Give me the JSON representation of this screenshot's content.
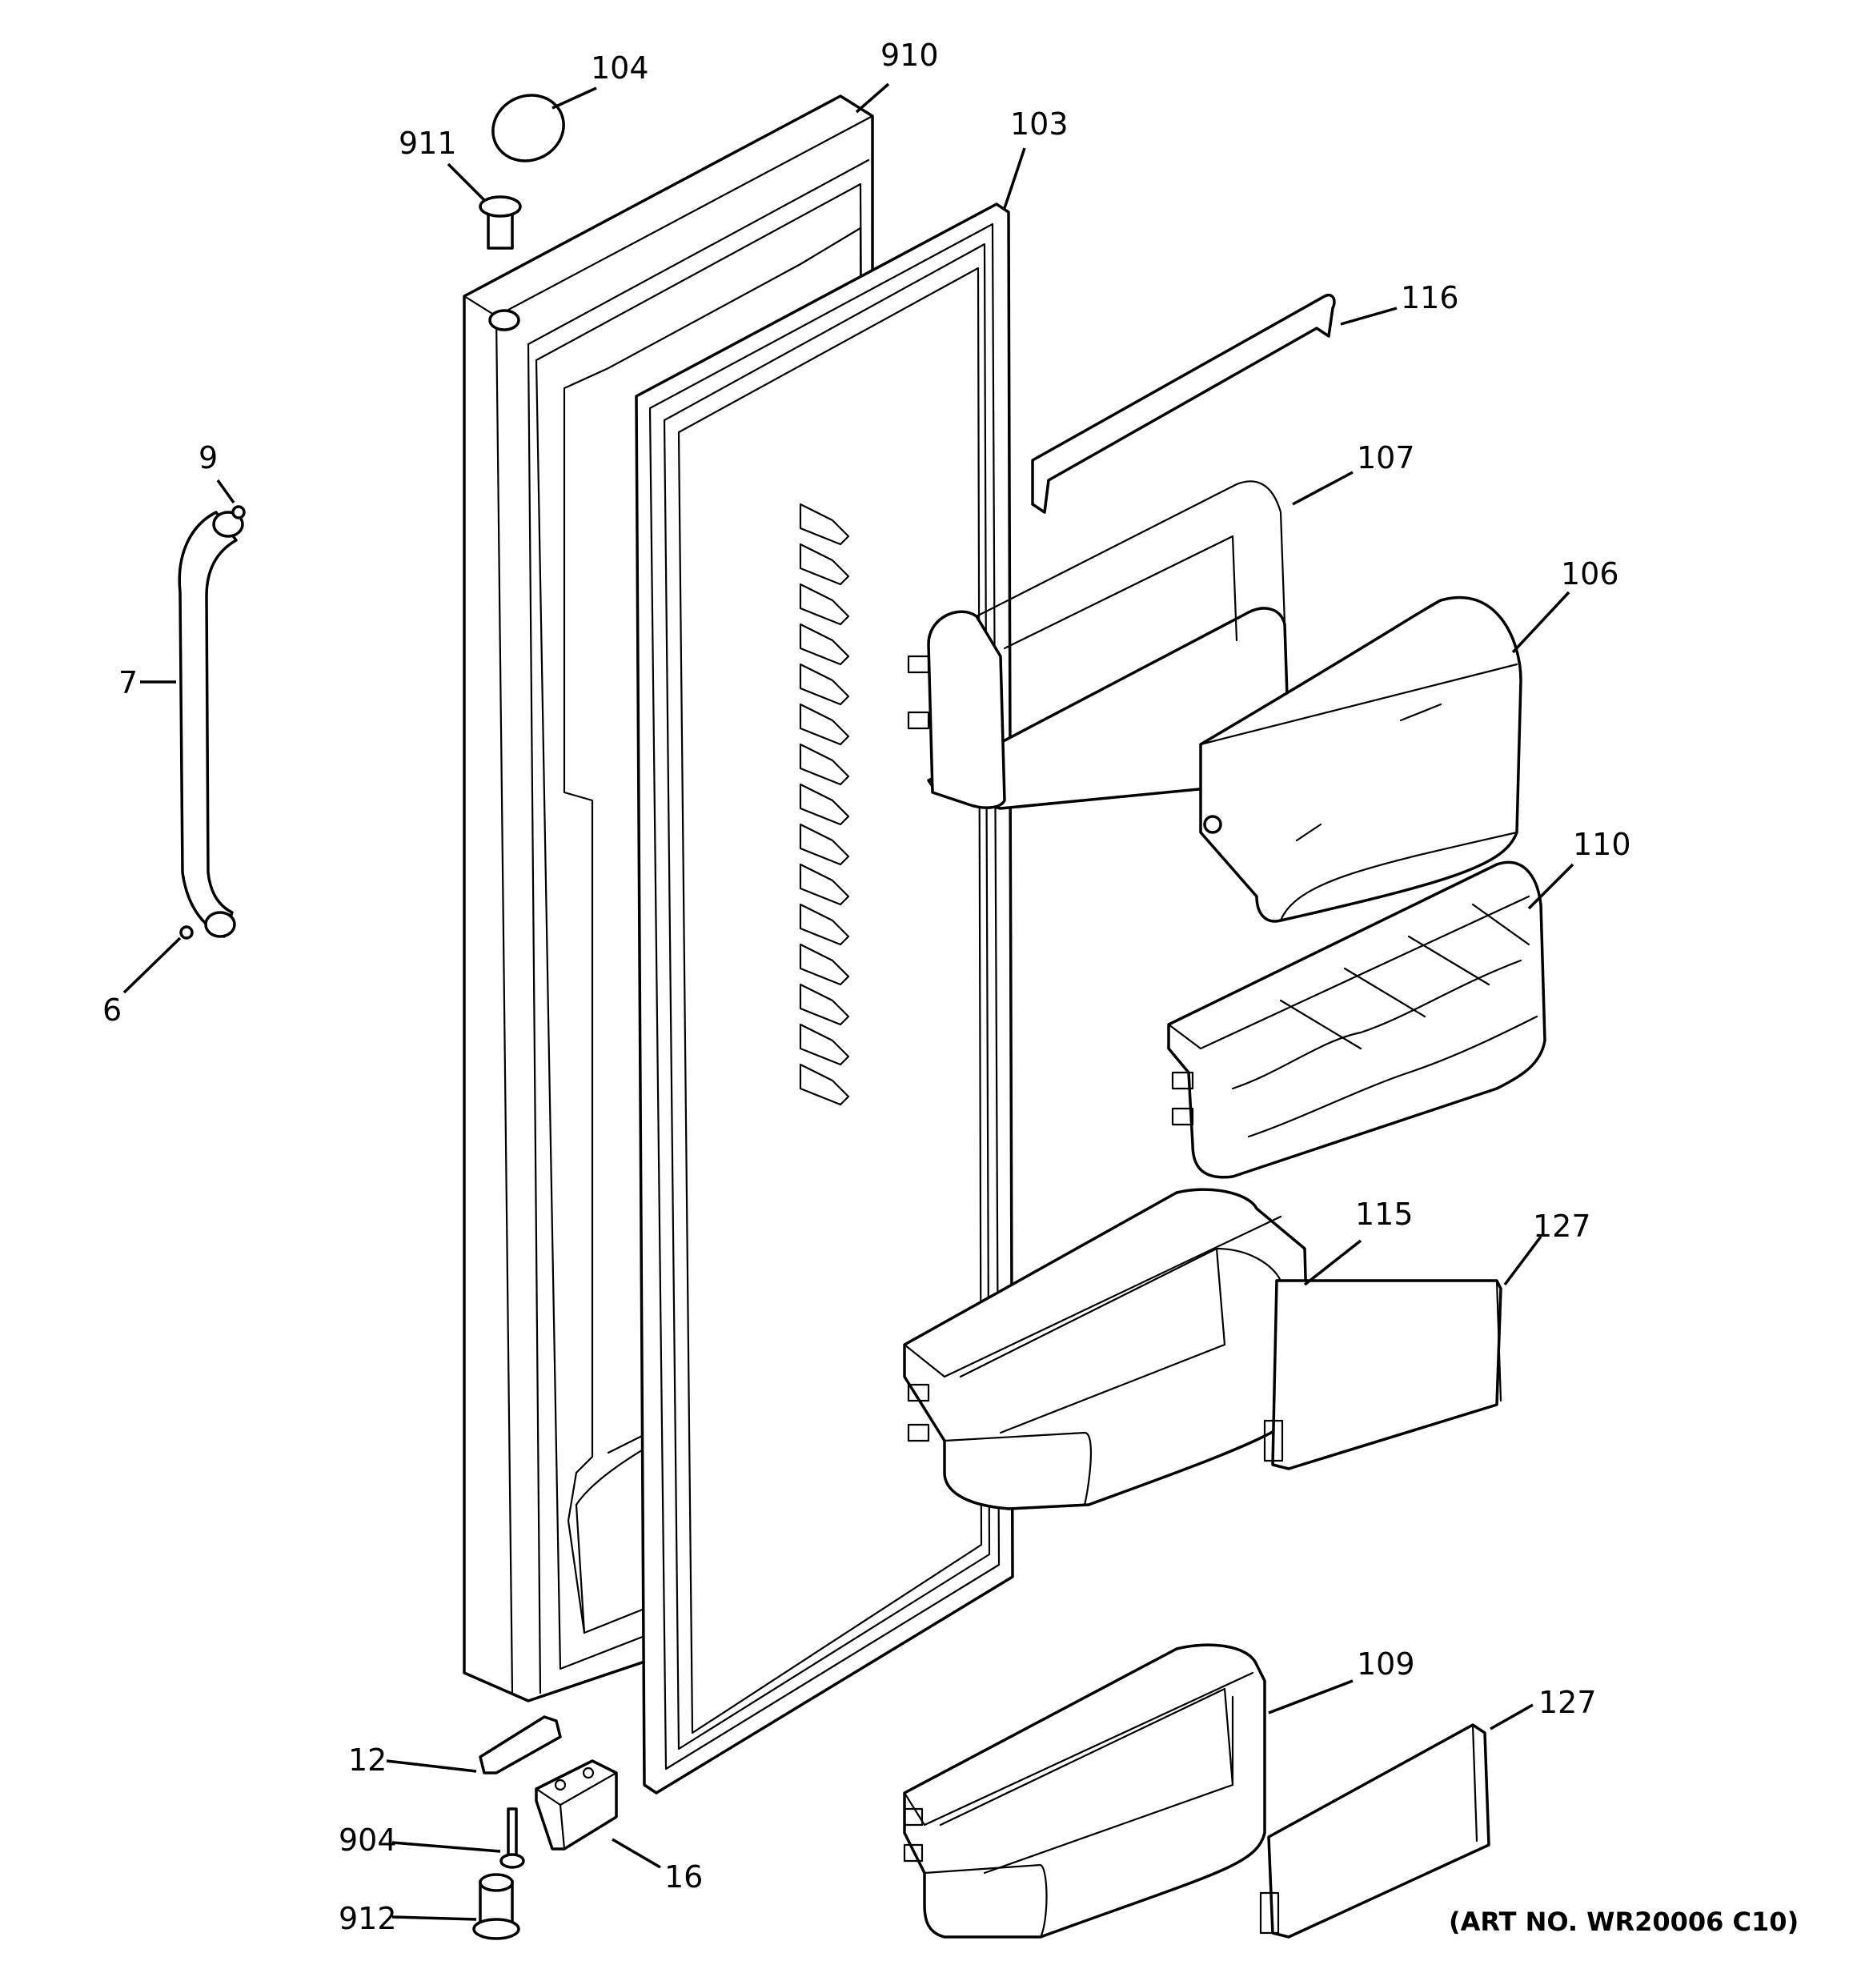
{
  "callouts": [
    {
      "id": "c104",
      "label": "104"
    },
    {
      "id": "c910",
      "label": "910"
    },
    {
      "id": "c911",
      "label": "911"
    },
    {
      "id": "c103",
      "label": "103"
    },
    {
      "id": "c116",
      "label": "116"
    },
    {
      "id": "c9",
      "label": "9"
    },
    {
      "id": "c107",
      "label": "107"
    },
    {
      "id": "c7",
      "label": "7"
    },
    {
      "id": "c106",
      "label": "106"
    },
    {
      "id": "c110",
      "label": "110"
    },
    {
      "id": "c6",
      "label": "6"
    },
    {
      "id": "c115",
      "label": "115"
    },
    {
      "id": "c127a",
      "label": "127"
    },
    {
      "id": "c109",
      "label": "109"
    },
    {
      "id": "c127b",
      "label": "127"
    },
    {
      "id": "c12",
      "label": "12"
    },
    {
      "id": "c904",
      "label": "904"
    },
    {
      "id": "c16",
      "label": "16"
    },
    {
      "id": "c912",
      "label": "912"
    }
  ],
  "art_number": "(ART NO. WR20006 C10)"
}
